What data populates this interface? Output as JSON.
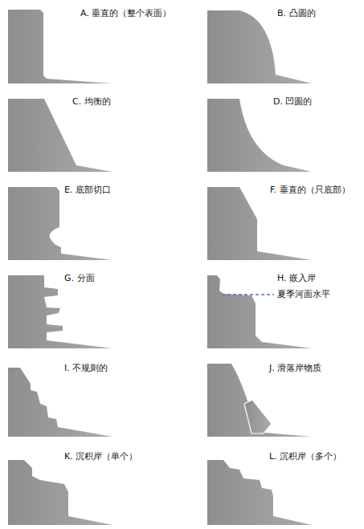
{
  "diagram": {
    "labels": [
      "A. 垂直的（整个表面）",
      "B. 凸圆的",
      "C. 均衡的",
      "D. 凹圆的",
      "E. 底部切口",
      "F. 垂直的（只底部）",
      "G. 分面",
      "H. 嵌入岸",
      "夏季河面水平",
      "I. 不规则的",
      "J. 滑落岸物质",
      "K. 沉积岸（单个）",
      "L. 沉积岸（多个）"
    ]
  }
}
